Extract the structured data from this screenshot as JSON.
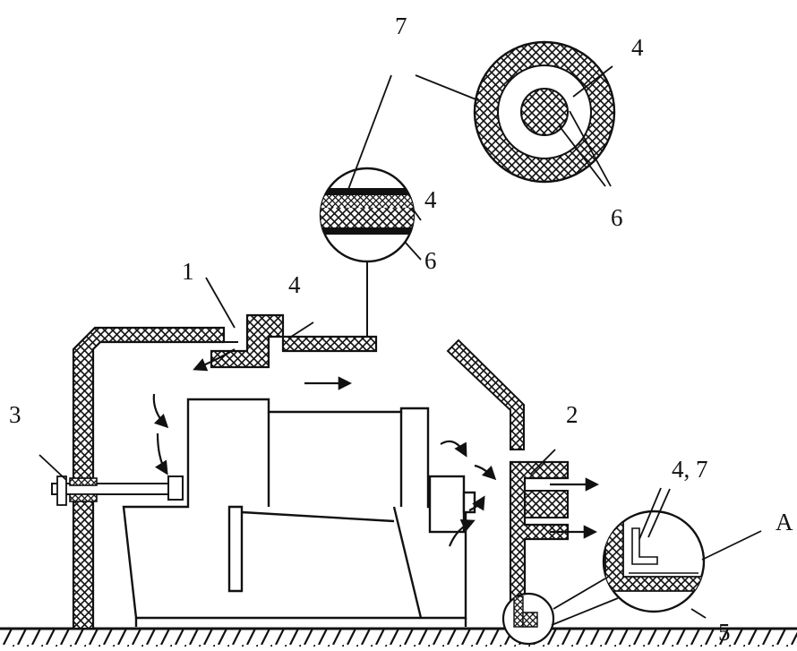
{
  "colors": {
    "ink": "#111111",
    "paper": "#ffffff",
    "insulation_hatch": "#111111"
  },
  "labels": {
    "l1": "1",
    "l2": "2",
    "l3": "3",
    "l4_panel": "4",
    "l4_layers": "4",
    "l4_ring": "4",
    "l4_7": "4, 7",
    "l5": "5",
    "l6_layers": "6",
    "l6_ring": "6",
    "l7": "7",
    "lA": "A"
  }
}
